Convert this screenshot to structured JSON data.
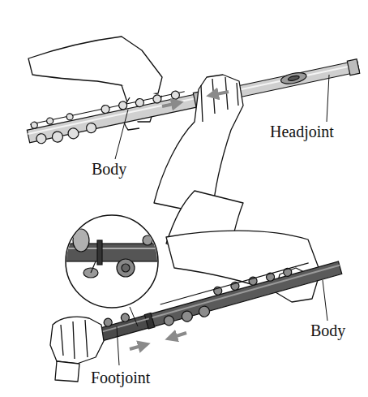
{
  "diagram": {
    "labels": [
      "Headjoint",
      "Body",
      "Body",
      "Footjoint"
    ]
  }
}
